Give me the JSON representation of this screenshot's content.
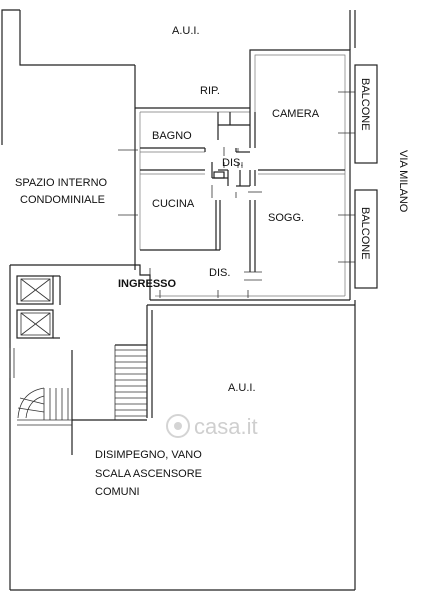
{
  "labels": {
    "aui_top": "A.U.I.",
    "aui_bottom": "A.U.I.",
    "rip": "RIP.",
    "camera": "CAMERA",
    "bagno": "BAGNO",
    "dis_upper": "DIS.",
    "dis_lower": "DIS.",
    "spazio_line1": "SPAZIO INTERNO",
    "spazio_line2": "CONDOMINIALE",
    "cucina": "CUCINA",
    "sogg": "SOGG.",
    "ingresso": "INGRESSO",
    "balcone_top": "BALCONE",
    "balcone_bottom": "BALCONE",
    "via": "VIA MILANO",
    "disimpegno_line1": "DISIMPEGNO, VANO",
    "disimpegno_line2": "SCALA ASCENSORE",
    "disimpegno_line3": "COMUNI",
    "watermark": "casa.it"
  }
}
